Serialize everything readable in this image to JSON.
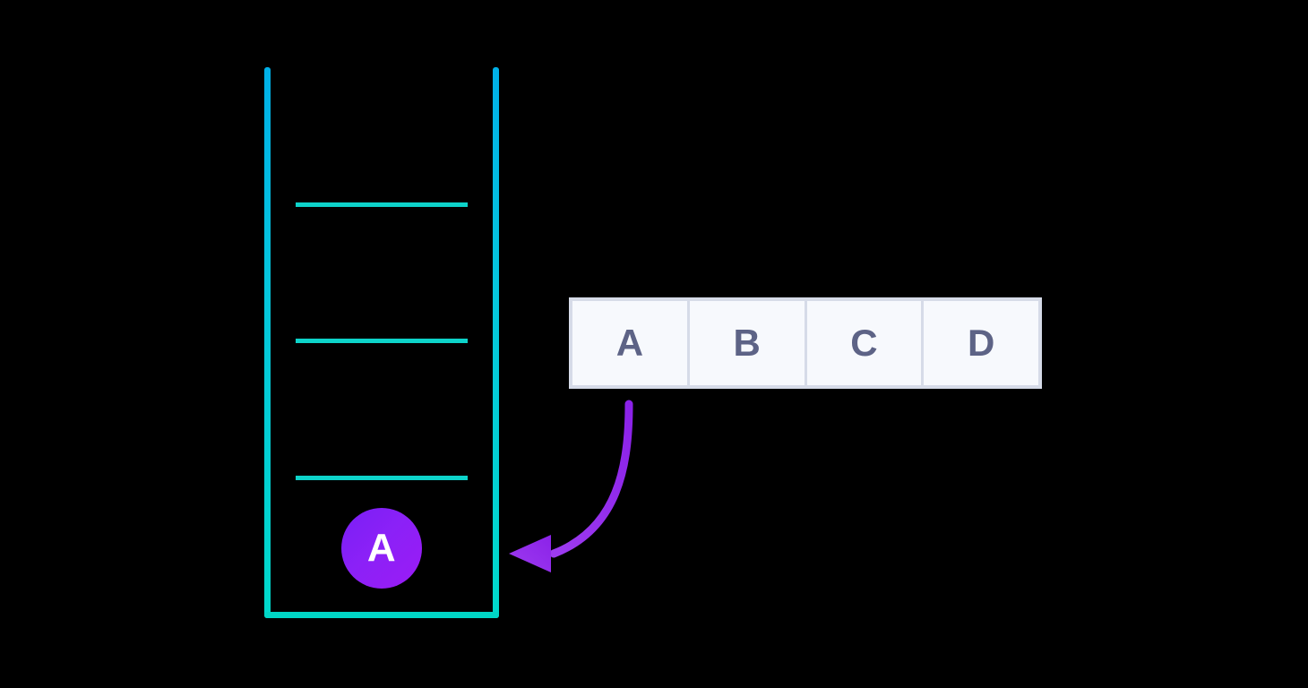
{
  "diagram": {
    "title": "stack-push-from-array",
    "background_color": "#000000"
  },
  "stack": {
    "name": "stack-container",
    "wall_color_top": "#00b0e8",
    "wall_color_bottom": "#00d9cb",
    "floor_color": "#00d6c6",
    "divider_color": "#0dd3ca",
    "capacity_slots": 4,
    "dividers": [
      {
        "name": "stack-divider-1"
      },
      {
        "name": "stack-divider-2"
      },
      {
        "name": "stack-divider-3"
      }
    ],
    "items": [
      {
        "label": "A",
        "name": "stack-item-a",
        "text_color": "#ffffff",
        "fill_start": "#7a1ef5",
        "fill_end": "#9b1bf5"
      }
    ]
  },
  "array": {
    "name": "array-table",
    "border_color": "#d6dbe8",
    "cell_background": "#f7f9fd",
    "cell_text_color": "#5d6386",
    "cells": [
      {
        "label": "A"
      },
      {
        "label": "B"
      },
      {
        "label": "C"
      },
      {
        "label": "D"
      }
    ]
  },
  "arrow": {
    "name": "push-arrow",
    "color": "#8b22e8",
    "color_end": "#9d3bf0",
    "direction": "array-to-stack",
    "source_cell": "A",
    "label": ""
  }
}
